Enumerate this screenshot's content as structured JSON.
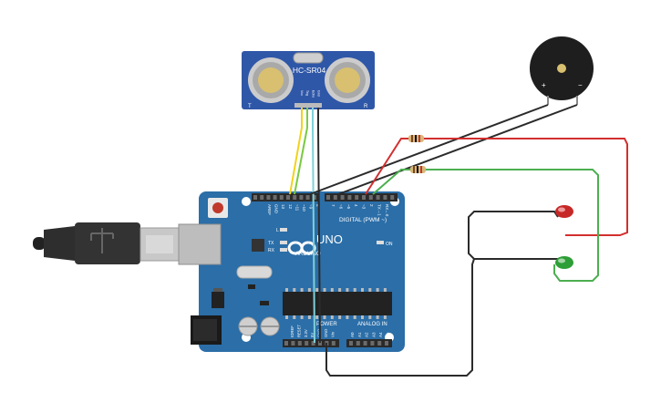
{
  "sensor": {
    "model": "HC-SR04",
    "left_mark": "T",
    "right_mark": "R",
    "pins": [
      "Vcc",
      "Trig",
      "Echo",
      "Gnd"
    ]
  },
  "buzzer": {
    "plus": "+",
    "minus": "−"
  },
  "arduino": {
    "brand": "ARDUINO",
    "model": "UNO",
    "digital_label": "DIGITAL (PWM ~)",
    "power_label": "POWER",
    "analog_label": "ANALOG IN",
    "on_label": "ON",
    "l_label": "L",
    "tx_label": "TX",
    "rx_label": "RX",
    "top_pins": [
      "AREF",
      "GND",
      "13",
      "12",
      "~11",
      "~10",
      "~9",
      "8",
      "7",
      "~6",
      "~5",
      "4",
      "~3",
      "2",
      "TX→1",
      "RX←0"
    ],
    "power_pins": [
      "IOREF",
      "RESET",
      "3.3V",
      "5V",
      "GND",
      "GND",
      "Vin"
    ],
    "analog_pins": [
      "A0",
      "A1",
      "A2",
      "A3",
      "A4",
      "A5"
    ]
  },
  "wires": {
    "red": "#d32f2f",
    "green": "#4caf50",
    "black": "#2b2b2b",
    "yellow": "#f2d21b",
    "cyan": "#7fd0d8",
    "lime": "#7ac943"
  },
  "colors": {
    "board": "#2b6ea8",
    "board_dark": "#1e5a8e",
    "header": "#2a2a2a",
    "sensor_board": "#2f57a8"
  }
}
